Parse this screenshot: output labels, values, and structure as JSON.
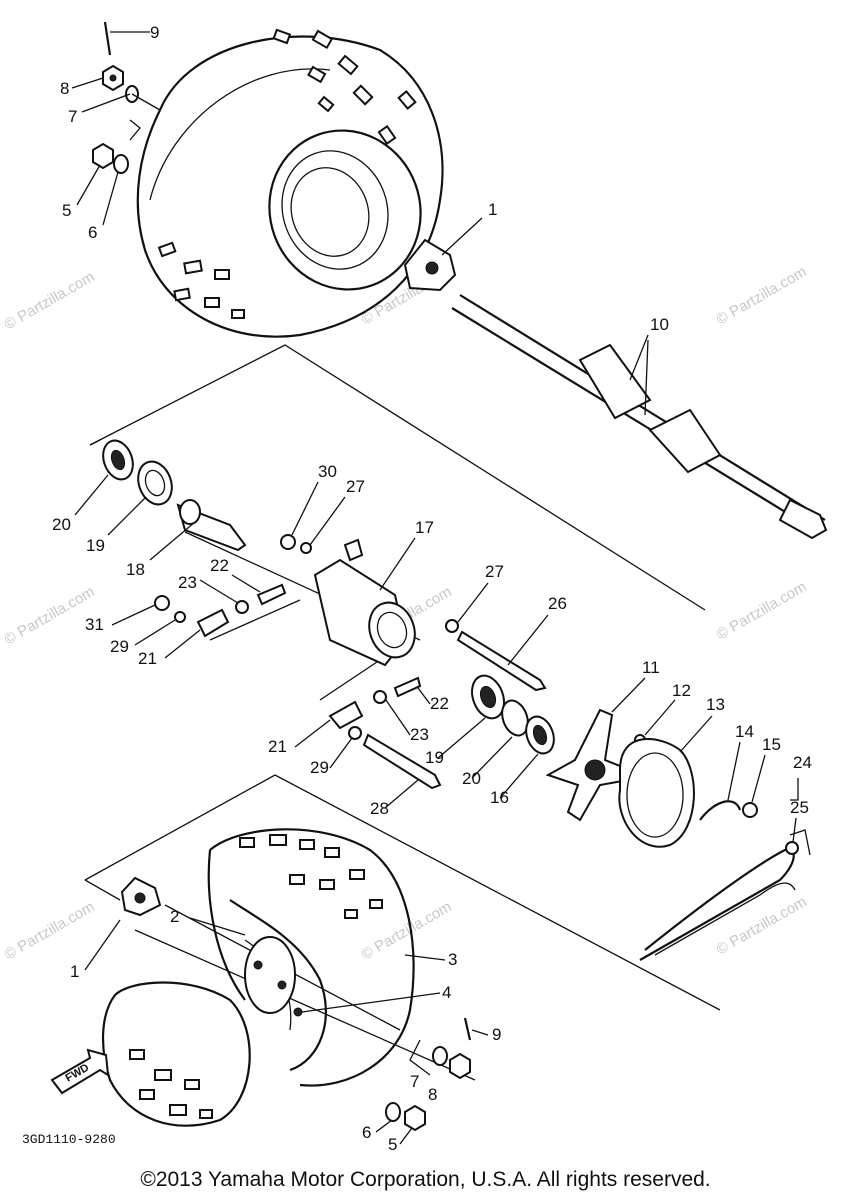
{
  "diagram": {
    "callouts": [
      {
        "id": "c9a",
        "text": "9"
      },
      {
        "id": "c8a",
        "text": "8"
      },
      {
        "id": "c7a",
        "text": "7"
      },
      {
        "id": "c5a",
        "text": "5"
      },
      {
        "id": "c6a",
        "text": "6"
      },
      {
        "id": "c1a",
        "text": "1"
      },
      {
        "id": "c10",
        "text": "10"
      },
      {
        "id": "c20a",
        "text": "20"
      },
      {
        "id": "c19a",
        "text": "19"
      },
      {
        "id": "c18",
        "text": "18"
      },
      {
        "id": "c30",
        "text": "30"
      },
      {
        "id": "c27a",
        "text": "27"
      },
      {
        "id": "c17",
        "text": "17"
      },
      {
        "id": "c23a",
        "text": "23"
      },
      {
        "id": "c22a",
        "text": "22"
      },
      {
        "id": "c31",
        "text": "31"
      },
      {
        "id": "c29a",
        "text": "29"
      },
      {
        "id": "c21a",
        "text": "21"
      },
      {
        "id": "c27b",
        "text": "27"
      },
      {
        "id": "c26",
        "text": "26"
      },
      {
        "id": "c11",
        "text": "11"
      },
      {
        "id": "c12",
        "text": "12"
      },
      {
        "id": "c13",
        "text": "13"
      },
      {
        "id": "c14",
        "text": "14"
      },
      {
        "id": "c15",
        "text": "15"
      },
      {
        "id": "c24",
        "text": "24"
      },
      {
        "id": "c22b",
        "text": "22"
      },
      {
        "id": "c23b",
        "text": "23"
      },
      {
        "id": "c21b",
        "text": "21"
      },
      {
        "id": "c29b",
        "text": "29"
      },
      {
        "id": "c19b",
        "text": "19"
      },
      {
        "id": "c20b",
        "text": "20"
      },
      {
        "id": "c16",
        "text": "16"
      },
      {
        "id": "c28",
        "text": "28"
      },
      {
        "id": "c25",
        "text": "25"
      },
      {
        "id": "c2",
        "text": "2"
      },
      {
        "id": "c3",
        "text": "3"
      },
      {
        "id": "c1b",
        "text": "1"
      },
      {
        "id": "c4",
        "text": "4"
      },
      {
        "id": "c9b",
        "text": "9"
      },
      {
        "id": "c7b",
        "text": "7"
      },
      {
        "id": "c8b",
        "text": "8"
      },
      {
        "id": "c6b",
        "text": "6"
      },
      {
        "id": "c5b",
        "text": "5"
      }
    ],
    "fwd_label": "FWD",
    "diagram_code": "3GD1110-9280",
    "watermark": "© Partzilla.com"
  },
  "footer": {
    "copyright": "©2013 Yamaha Motor Corporation, U.S.A. All rights reserved."
  }
}
